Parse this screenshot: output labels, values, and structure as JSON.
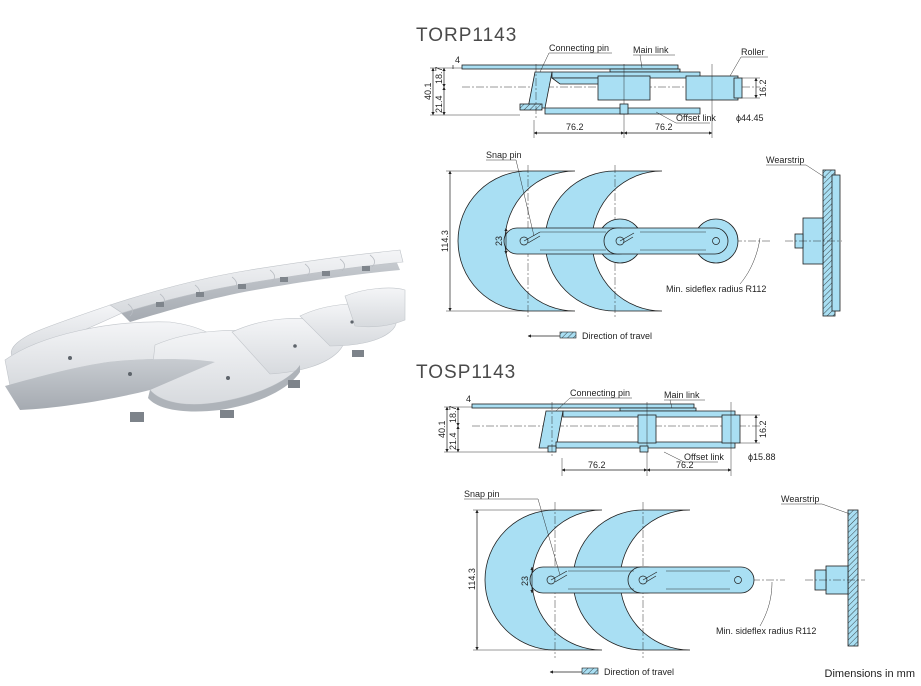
{
  "diagrams": [
    {
      "title": "TORP1143",
      "side": {
        "labels": {
          "connecting_pin": "Connecting pin",
          "main_link": "Main link",
          "roller": "Roller",
          "offset_link": "Offset link"
        },
        "dims": {
          "pitch_a": "76.2",
          "pitch_b": "76.2",
          "height_total": "40.1",
          "height_upper": "18.7",
          "height_lower": "21.4",
          "thickness": "4",
          "roller_height": "16.2",
          "roller_dia": "ϕ44.45"
        }
      },
      "top": {
        "labels": {
          "snap_pin": "Snap pin",
          "wearstrip": "Wearstrip",
          "sideflex": "Min. sideflex radius R112",
          "travel": "Direction of travel"
        },
        "dims": {
          "width": "114.3",
          "link_width": "23"
        }
      }
    },
    {
      "title": "TOSP1143",
      "side": {
        "labels": {
          "connecting_pin": "Connecting pin",
          "main_link": "Main link",
          "offset_link": "Offset link"
        },
        "dims": {
          "pitch_a": "76.2",
          "pitch_b": "76.2",
          "height_total": "40.1",
          "height_upper": "18.7",
          "height_lower": "21.4",
          "thickness": "4",
          "roller_height": "16.2",
          "roller_dia": "ϕ15.88"
        }
      },
      "top": {
        "labels": {
          "snap_pin": "Snap pin",
          "wearstrip": "Wearstrip",
          "sideflex": "Min. sideflex radius R112",
          "travel": "Direction of travel"
        },
        "dims": {
          "width": "114.3",
          "link_width": "23"
        }
      }
    }
  ],
  "footer": "Dimensions in mm",
  "colors": {
    "part_fill": "#a9dff3",
    "line": "#1f1f1f",
    "photo_plate": "#e9ebee"
  }
}
